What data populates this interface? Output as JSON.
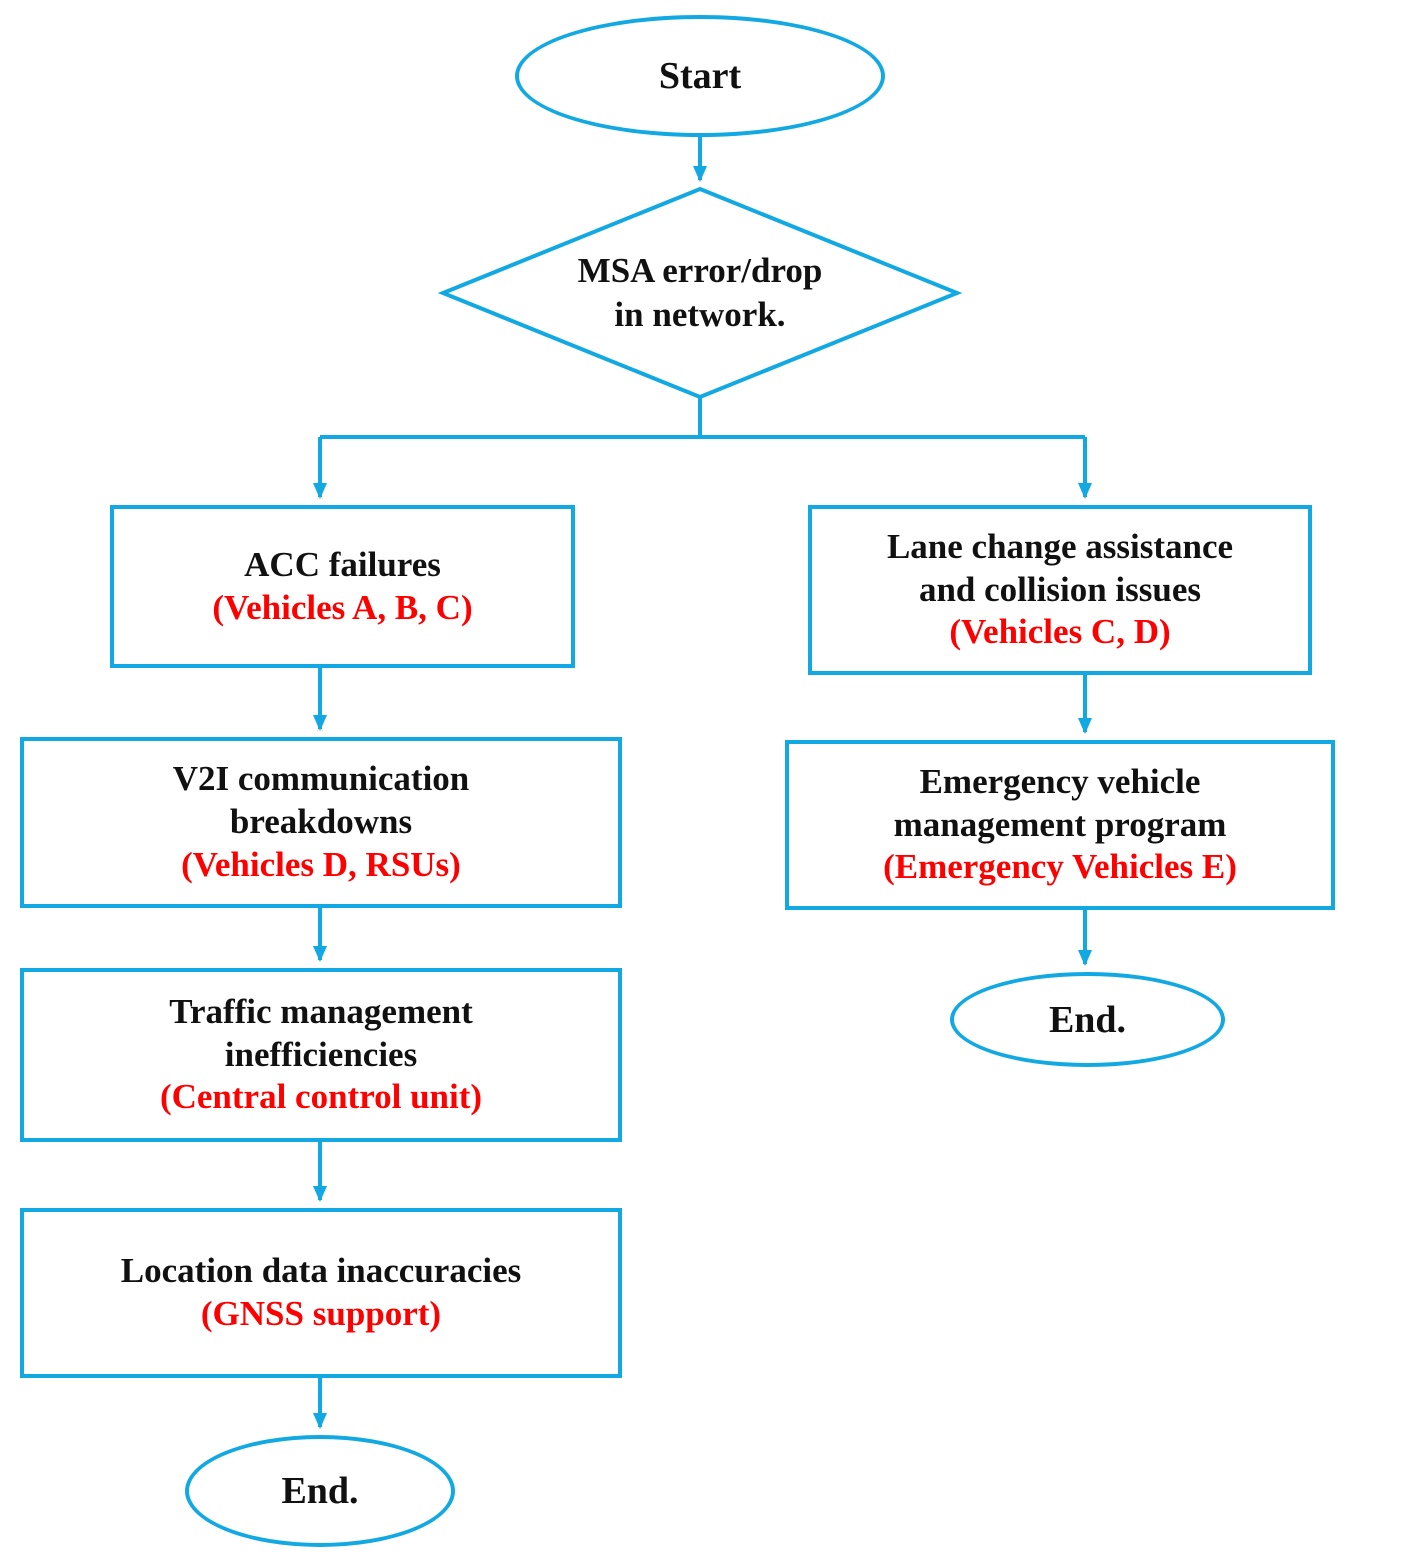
{
  "diagram": {
    "colors": {
      "accent": "#12A9E2",
      "text": "#111111",
      "highlight": "#FF0000"
    },
    "nodes": {
      "start": {
        "label": "Start"
      },
      "decision": {
        "label": "MSA error/drop\nin network."
      },
      "acc_failures": {
        "title": "ACC failures",
        "detail": "(Vehicles A, B, C)"
      },
      "v2i_breakdowns": {
        "title": "V2I communication\nbreakdowns",
        "detail": "(Vehicles D, RSUs)"
      },
      "traffic_inefficiencies": {
        "title": "Traffic management\ninefficiencies",
        "detail": "(Central control unit)"
      },
      "location_inaccuracies": {
        "title": "Location data inaccuracies",
        "detail": "(GNSS support)"
      },
      "end_left": {
        "label": "End."
      },
      "lane_change": {
        "title": "Lane change assistance\nand collision issues",
        "detail": "(Vehicles C, D)"
      },
      "emergency_program": {
        "title": "Emergency vehicle\nmanagement program",
        "detail": "(Emergency Vehicles E)"
      },
      "end_right": {
        "label": "End."
      }
    }
  }
}
